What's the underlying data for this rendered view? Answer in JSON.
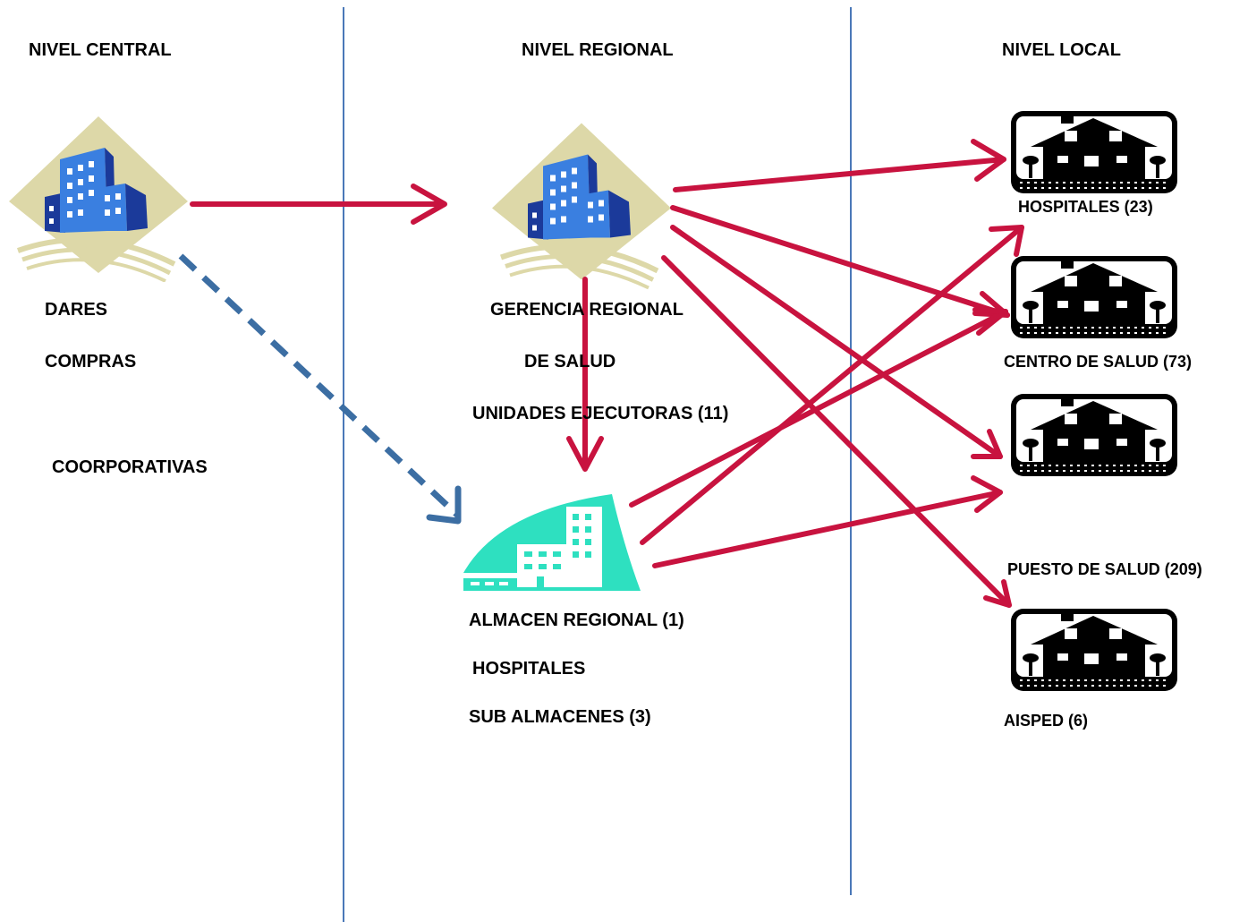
{
  "columns": {
    "central": "NIVEL CENTRAL",
    "regional": "NIVEL REGIONAL",
    "local": "NIVEL  LOCAL"
  },
  "central": {
    "line1": "DARES",
    "line2": "COMPRAS",
    "line3": "COORPORATIVAS"
  },
  "regional": {
    "line1": "GERENCIA REGIONAL",
    "line2": "DE SALUD",
    "line3": "UNIDADES EJECUTORAS (11)"
  },
  "almacen": {
    "line1": "ALMACEN REGIONAL (1)",
    "line2": "HOSPITALES",
    "line3": "SUB ALMACENES (3)"
  },
  "local": {
    "hospitales": "HOSPITALES (23)",
    "centro": "CENTRO DE SALUD (73)",
    "puesto": "PUESTO DE SALUD (209)",
    "aisped": "AISPED (6)"
  },
  "colors": {
    "arrow_red": "#c8133f",
    "arrow_blue_dashed": "#3c6ea3",
    "divider": "#4a78b8",
    "building_blue": "#3a7fe0",
    "warehouse_teal": "#2ee0c0"
  },
  "icons": [
    "office-building-icon",
    "office-building-icon",
    "warehouse-icon",
    "house-icon",
    "house-icon",
    "house-icon",
    "house-icon"
  ]
}
